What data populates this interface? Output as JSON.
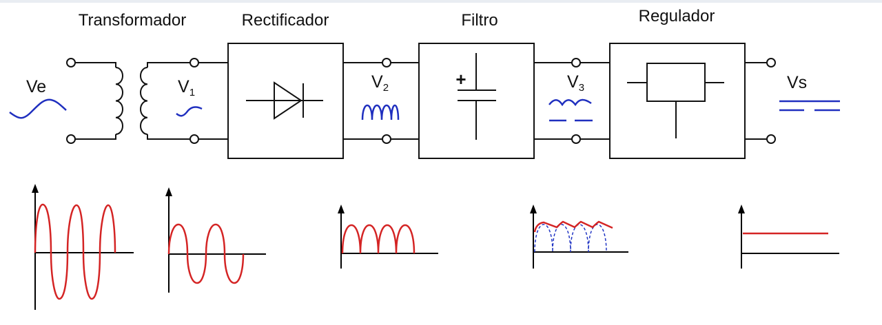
{
  "blocks": {
    "transformer": "Transformador",
    "rectifier": "Rectificador",
    "filter": "Filtro",
    "regulator": "Regulador"
  },
  "voltages": {
    "ve": "Ve",
    "v1_base": "V",
    "v1_sub": "1",
    "v2_base": "V",
    "v2_sub": "2",
    "v3_base": "V",
    "v3_sub": "3",
    "vs": "Vs"
  },
  "symbols": {
    "capacitor_plus": "+"
  },
  "colors": {
    "wire": "#111111",
    "signal_blue": "#1f2fbf",
    "waveform_red": "#d42424"
  }
}
